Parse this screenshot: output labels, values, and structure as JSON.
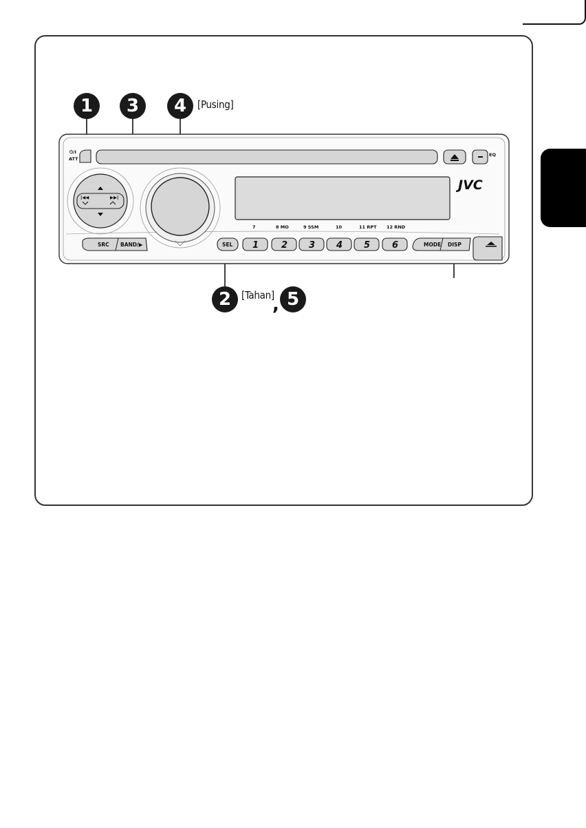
{
  "callouts": {
    "c1": "1",
    "c2": "2",
    "c3": "3",
    "c4": "4",
    "c5": "5"
  },
  "notes": {
    "rotate": "[Pusing]",
    "hold": "[Tahan]",
    "separator": ","
  },
  "unit": {
    "brand": "JVC",
    "power_label": "⏻/I",
    "att_label": "ATT",
    "eq_label": "EQ",
    "src_label": "SRC",
    "band_label": "BAND/▶",
    "sel_label": "SEL",
    "mode_label": "MODE",
    "disp_label": "DISP",
    "presets": [
      "1",
      "2",
      "3",
      "4",
      "5",
      "6"
    ],
    "preset_captions": [
      "7",
      "8  MO",
      "9  SSM",
      "10",
      "11  RPT",
      "12  RND"
    ]
  },
  "colors": {
    "button_fill": "#d6d6d6",
    "display_fill": "#dcdcdc",
    "body_fill": "#f2f2f2",
    "callout_fill": "#1a1a1a"
  }
}
